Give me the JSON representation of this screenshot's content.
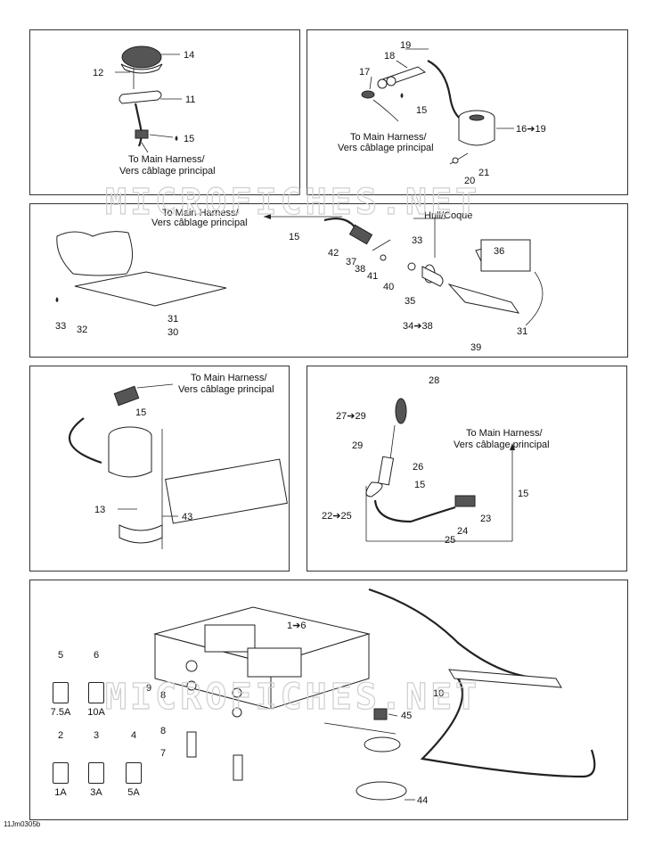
{
  "watermark": "MICROFICHES.NET",
  "doc_id": "11Jm0305b",
  "harness_text": {
    "en": "To Main Harness/",
    "fr": "Vers câblage principal"
  },
  "hull_text": "Hull/Coque",
  "panel1": {
    "labels": [
      "14",
      "12",
      "11",
      "15"
    ]
  },
  "panel2": {
    "labels": [
      "19",
      "18",
      "17",
      "15",
      "16➔19",
      "21",
      "20"
    ]
  },
  "panel3": {
    "labels": [
      "15",
      "42",
      "37",
      "38",
      "41",
      "40",
      "35",
      "33",
      "36",
      "34➔38",
      "31",
      "39",
      "33",
      "32",
      "31",
      "30"
    ]
  },
  "panel4": {
    "labels": [
      "15",
      "13",
      "43"
    ]
  },
  "panel5": {
    "labels": [
      "28",
      "27➔29",
      "29",
      "26",
      "15",
      "15",
      "22➔25",
      "24",
      "23",
      "25"
    ]
  },
  "panel6": {
    "labels": [
      "1➔6",
      "9",
      "8",
      "8",
      "7",
      "10",
      "45",
      "44"
    ],
    "fuses": [
      {
        "num": "5",
        "rating": "7.5A"
      },
      {
        "num": "6",
        "rating": "10A"
      },
      {
        "num": "2",
        "rating": "1A"
      },
      {
        "num": "3",
        "rating": "3A"
      },
      {
        "num": "4",
        "rating": "5A"
      }
    ]
  }
}
